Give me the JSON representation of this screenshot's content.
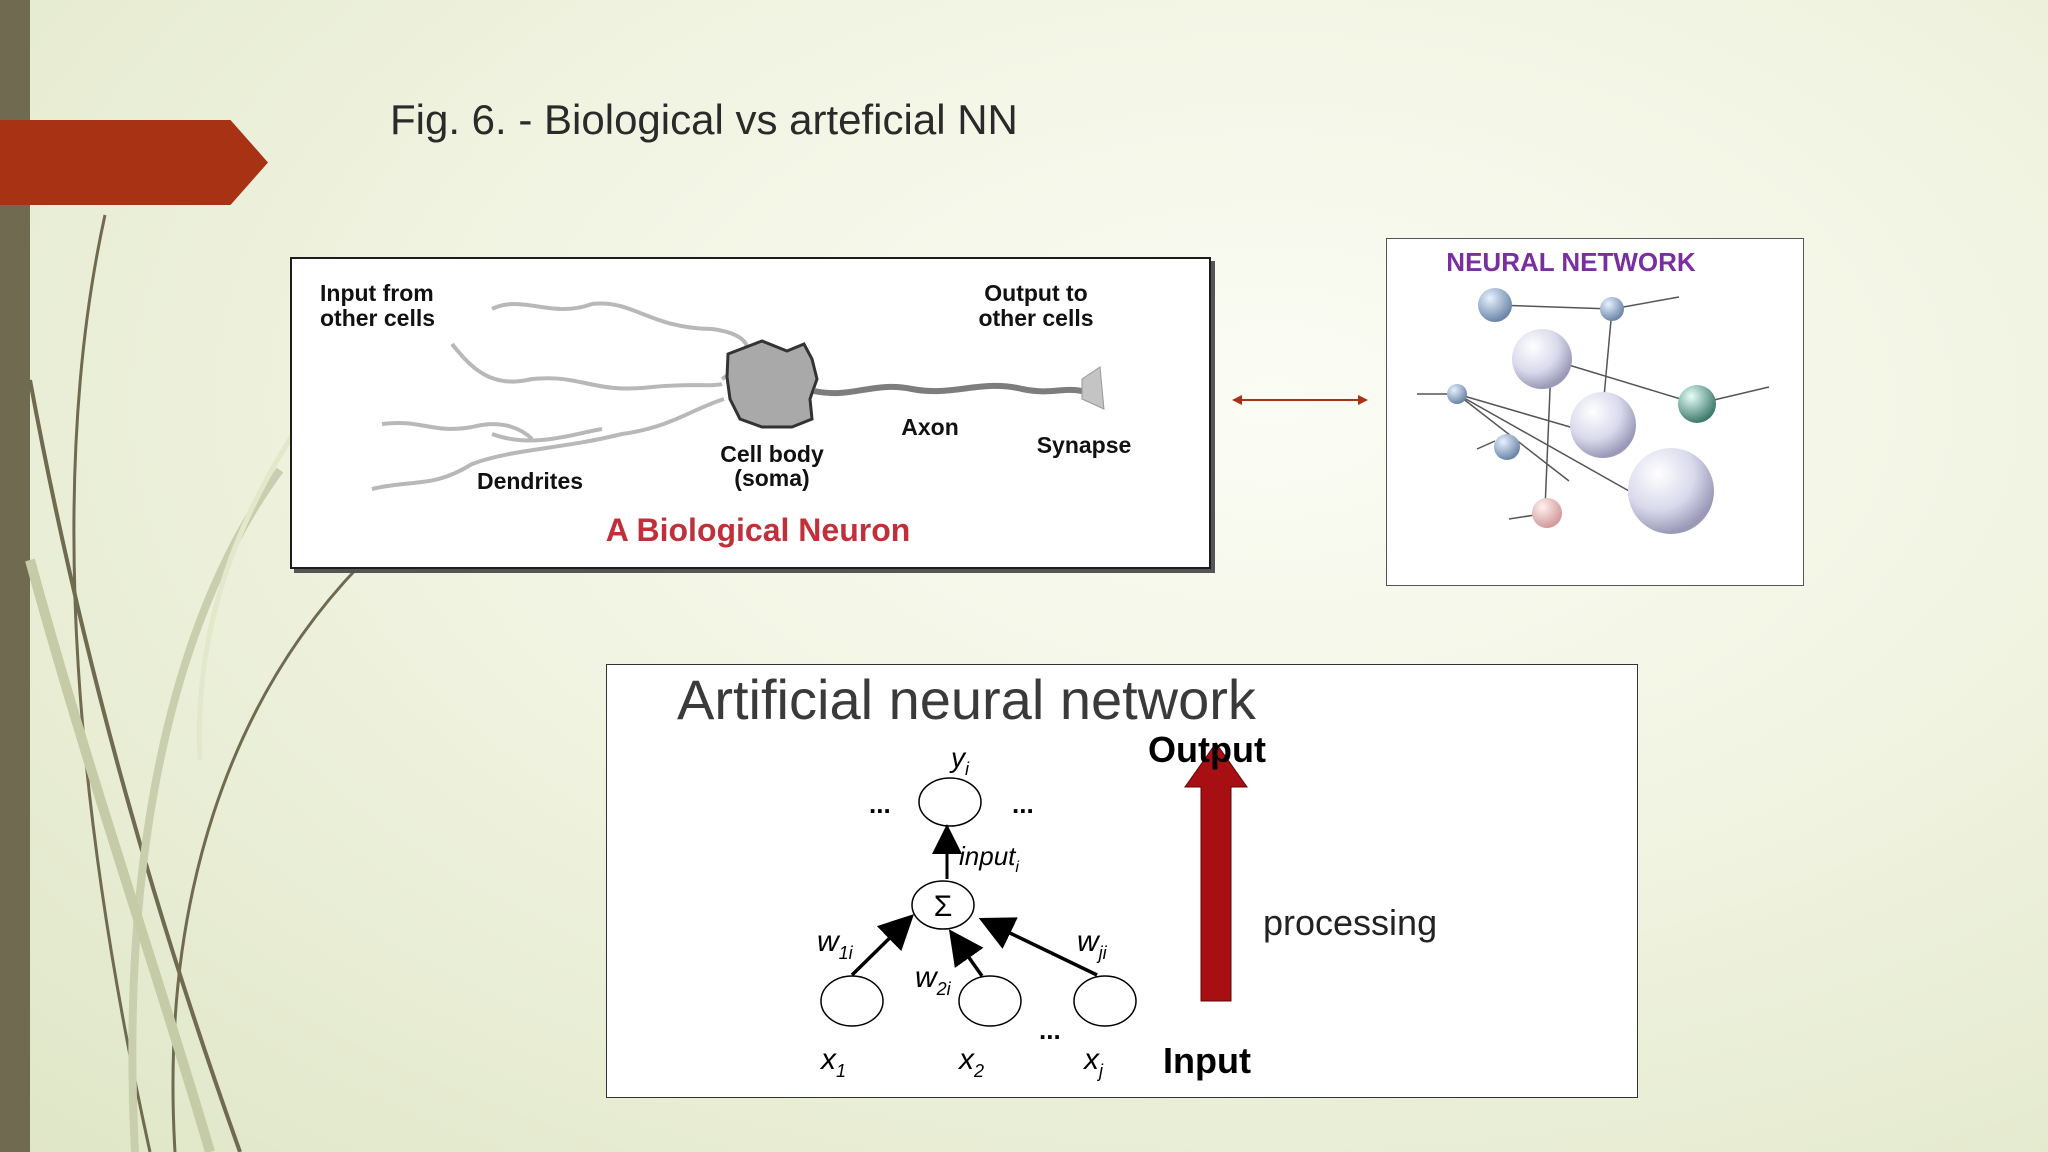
{
  "slide": {
    "title": "Fig. 6. - Biological vs arteficial NN"
  },
  "biological_neuron": {
    "caption": "A Biological Neuron",
    "input_label_line1": "Input from",
    "input_label_line2": "other cells",
    "output_label_line1": "Output to",
    "output_label_line2": "other cells",
    "dendrites_label": "Dendrites",
    "cell_body_line1": "Cell body",
    "cell_body_line2": "(soma)",
    "axon_label": "Axon",
    "synapse_label": "Synapse"
  },
  "neural_network_image": {
    "title": "NEURAL NETWORK"
  },
  "artificial_network": {
    "title": "Artificial neural network",
    "output_label": "Output",
    "input_label": "Input",
    "processing_label": "processing",
    "output_node_label": "y",
    "output_node_sub": "i",
    "sum_symbol": "Σ",
    "input_edge_label": "input",
    "input_edge_sub": "i",
    "weight1": "w",
    "weight1_sub": "1i",
    "weight2": "w",
    "weight2_sub": "2i",
    "weightj": "w",
    "weightj_sub": "ji",
    "x1": "x",
    "x1_sub": "1",
    "x2": "x",
    "x2_sub": "2",
    "xj": "x",
    "xj_sub": "j",
    "ellipsis": "..."
  },
  "colors": {
    "accent": "#a83214",
    "left_bar": "#6f6a50",
    "arrow_red": "#a80f12",
    "neuron_caption": "#c0303a",
    "nn_title": "#7a2fa0"
  }
}
